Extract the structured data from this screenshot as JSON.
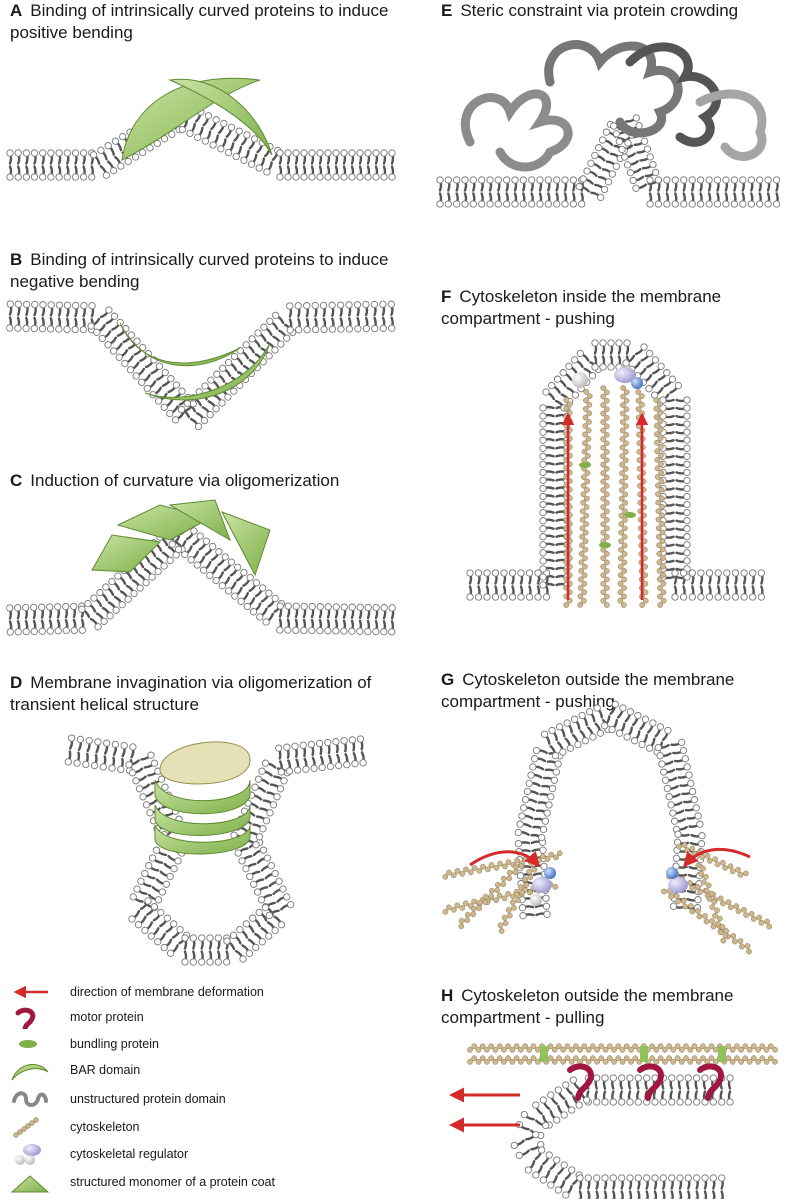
{
  "panels": {
    "A": {
      "letter": "A",
      "title": "Binding of intrinsically curved proteins to induce positive bending"
    },
    "B": {
      "letter": "B",
      "title": "Binding of intrinsically curved proteins to induce negative bending"
    },
    "C": {
      "letter": "C",
      "title": "Induction of curvature via oligomerization"
    },
    "D": {
      "letter": "D",
      "title": "Membrane invagination via oligomerization of transient helical structure"
    },
    "E": {
      "letter": "E",
      "title": "Steric constraint via protein crowding"
    },
    "F": {
      "letter": "F",
      "title": "Cytoskeleton inside the membrane compartment - pushing"
    },
    "G": {
      "letter": "G",
      "title": "Cytoskeleton outside the membrane compartment - pushing"
    },
    "H": {
      "letter": "H",
      "title": "Cytoskeleton outside the membrane compartment - pulling"
    }
  },
  "legend": [
    {
      "icon": "arrow-icon",
      "label": "direction of membrane deformation"
    },
    {
      "icon": "motor-protein-icon",
      "label": "motor protein"
    },
    {
      "icon": "bundling-protein-icon",
      "label": "bundling protein"
    },
    {
      "icon": "bar-domain-icon",
      "label": "BAR domain"
    },
    {
      "icon": "unstructured-domain-icon",
      "label": "unstructured protein domain"
    },
    {
      "icon": "cytoskeleton-icon",
      "label": "cytoskeleton"
    },
    {
      "icon": "cytoskeletal-regulator-icon",
      "label": "cytoskeletal regulator"
    },
    {
      "icon": "coat-monomer-icon",
      "label": "structured monomer of a protein coat"
    }
  ],
  "colors": {
    "protein_green": "#9fcb6b",
    "protein_green_dark": "#6f9a3f",
    "arrow_red": "#d42a2a",
    "motor_red": "#a01840",
    "filament_tan": "#bfa87e",
    "lipid_head_stroke": "#777777",
    "lipid_tail": "#555555",
    "regulator_blue": "#4f7fc9",
    "regulator_lavender": "#b3aedb",
    "crowding_gray": "#9a9a9a"
  }
}
